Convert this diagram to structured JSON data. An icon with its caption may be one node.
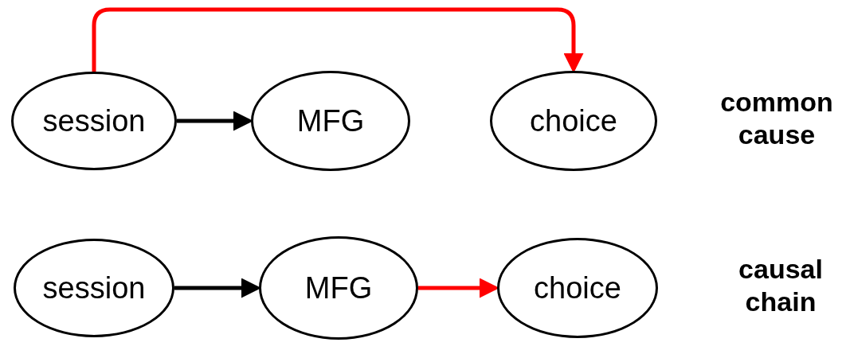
{
  "diagram": {
    "nodes": [
      {
        "text": [
          "session"
        ]
      },
      {
        "text": [
          "MFG"
        ]
      },
      {
        "text": [
          "choice"
        ]
      },
      {
        "text": [
          "session"
        ]
      },
      {
        "text": [
          "MFG"
        ]
      },
      {
        "text": [
          "choice"
        ]
      }
    ],
    "edges": [
      {
        "from": 0,
        "to": 1,
        "arrow": "to",
        "color": "#000000"
      },
      {
        "from": 0,
        "to": 2,
        "arrow": "to",
        "color": "#ff0000"
      },
      {
        "from": 3,
        "to": 4,
        "arrow": "to",
        "color": "#000000"
      },
      {
        "from": 4,
        "to": 5,
        "arrow": "to",
        "color": "#ff0000"
      }
    ],
    "labels": [
      "common cause",
      "causal chain"
    ]
  }
}
